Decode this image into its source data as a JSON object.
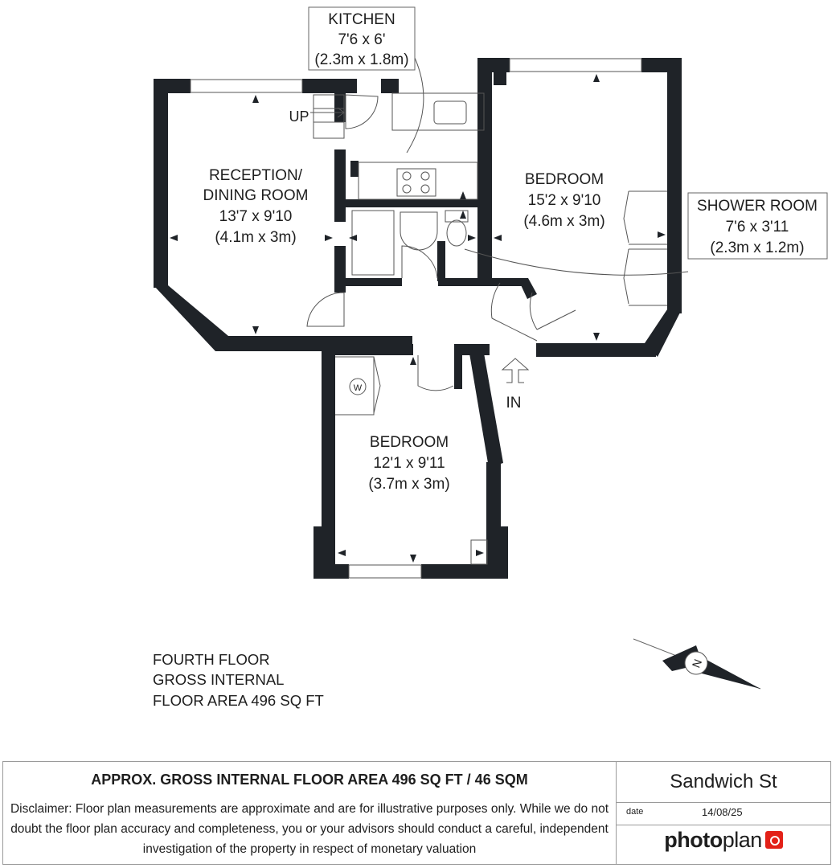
{
  "rooms": {
    "kitchen": {
      "name": "KITCHEN",
      "imperial": "7'6 x 6'",
      "metric": "(2.3m x 1.8m)"
    },
    "reception": {
      "name_line1": "RECEPTION/",
      "name_line2": "DINING ROOM",
      "imperial": "13'7 x 9'10",
      "metric": "(4.1m x 3m)"
    },
    "bedroom1": {
      "name": "BEDROOM",
      "imperial": "15'2 x 9'10",
      "metric": "(4.6m x 3m)"
    },
    "shower": {
      "name": "SHOWER ROOM",
      "imperial": "7'6 x 3'11",
      "metric": "(2.3m x 1.2m)"
    },
    "bedroom2": {
      "name": "BEDROOM",
      "imperial": "12'1 x 9'11",
      "metric": "(3.7m x 3m)"
    }
  },
  "markers": {
    "up": "UP",
    "entrance": "IN",
    "washer": "W"
  },
  "floor_info": {
    "line1": "FOURTH FLOOR",
    "line2": "GROSS INTERNAL",
    "line3": "FLOOR AREA 496 SQ FT"
  },
  "compass": {
    "north_label": "N"
  },
  "footer": {
    "headline": "APPROX. GROSS INTERNAL FLOOR AREA 496 SQ FT / 46 SQM",
    "disclaimer": "Disclaimer: Floor plan measurements are approximate and are for illustrative purposes only. While we do not doubt the floor plan accuracy and completeness, you or your advisors should conduct a careful, independent investigation of the property in respect of monetary valuation",
    "address": "Sandwich St",
    "date_label": "date",
    "date_value": "14/08/25",
    "brand_bold": "photo",
    "brand_light": "plan"
  },
  "colors": {
    "wall": "#1f2328",
    "thin_line": "#555555",
    "brand_accent": "#e32118"
  }
}
